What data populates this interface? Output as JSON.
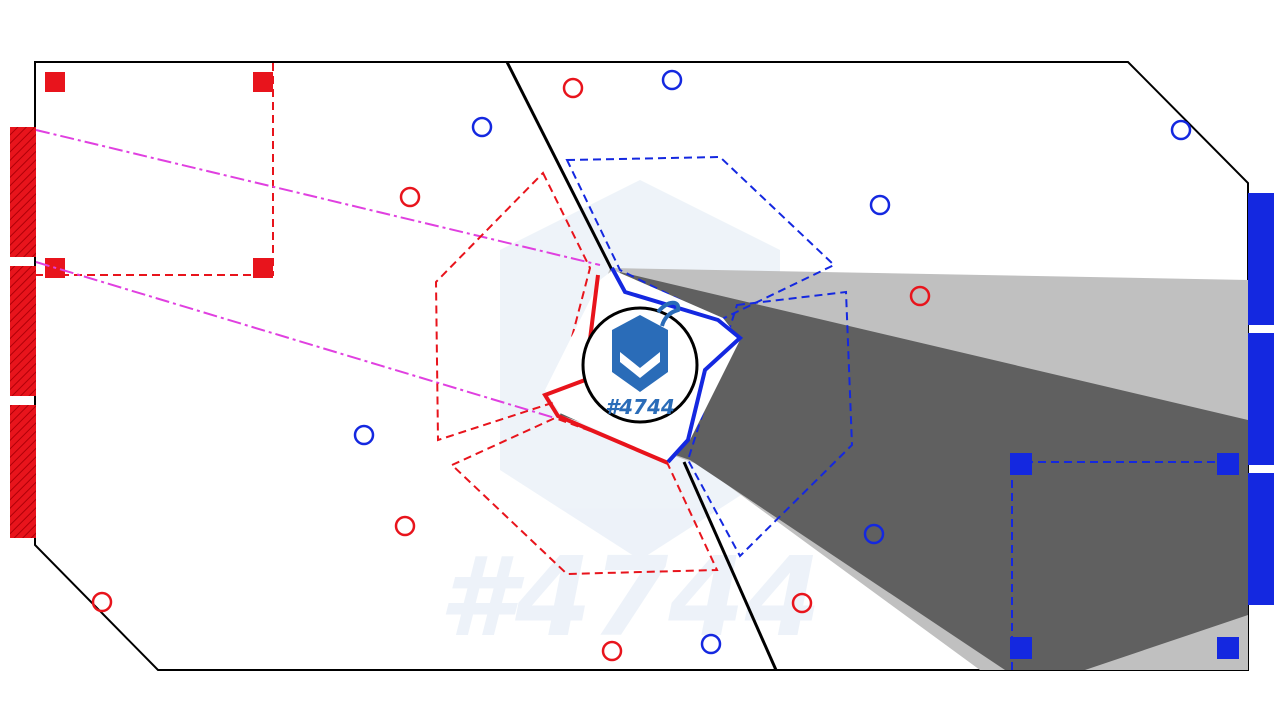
{
  "field": {
    "team_number": "#4744",
    "watermark_text": "#4744",
    "colors": {
      "red": "#e8141c",
      "blue": "#1428e0",
      "magenta": "#e040e0",
      "field_line": "#000000",
      "shadow_light": "#c0c0c0",
      "shadow_dark": "#606060",
      "logo_blue": "#2a6cb8"
    },
    "icons": {
      "red_goal": "hatched-red-bar",
      "blue_goal": "solid-blue-bar",
      "center_logo": "team-4744-shield-logo"
    }
  }
}
